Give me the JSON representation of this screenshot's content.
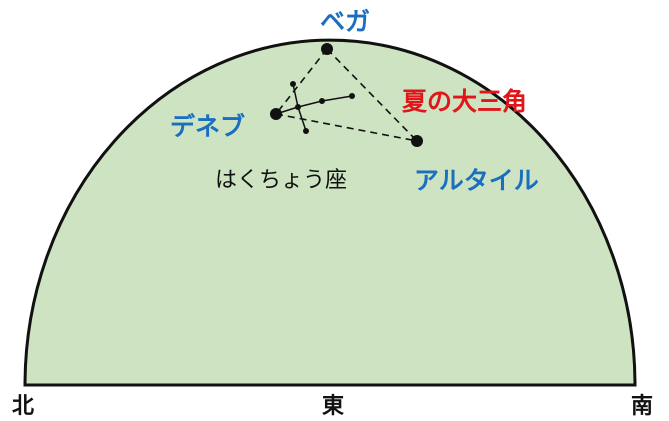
{
  "labels": {
    "vega": "ベガ",
    "deneb": "デネブ",
    "altair": "アルタイル",
    "summer_triangle": "夏の大三角",
    "cygnus": "はくちょう座"
  },
  "directions": {
    "north": "北",
    "east": "東",
    "south": "南"
  },
  "colors": {
    "sky_fill": "#cde3c1",
    "star_label": "#1a6fc0",
    "triangle_label": "#e0161b",
    "outline": "#111111"
  }
}
